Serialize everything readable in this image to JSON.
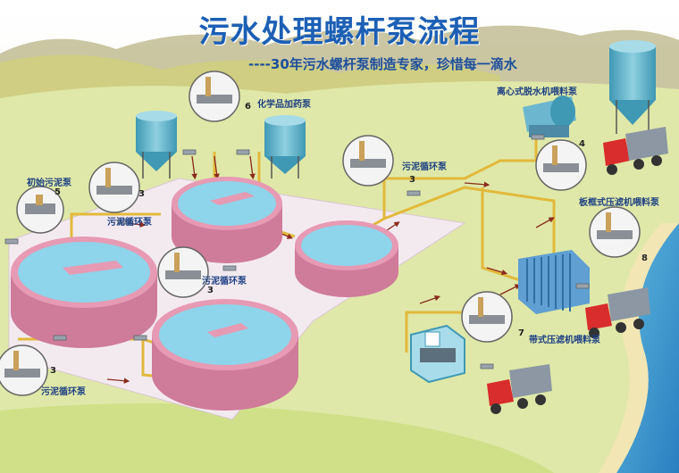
{
  "title": "污水处理螺杆泵流程",
  "subtitle": "----30年污水螺杆泵制造专家，珍惜每一滴水",
  "labels": {
    "initial_sludge_pump": "初始污泥泵",
    "chemical_dosing_pump": "化学品加药泵",
    "sludge_circ_pump": "污泥循环泵",
    "centrifuge_feed_pump": "离心式脱水机喂料泵",
    "plate_frame_feed_pump": "板框式压滤机喂料泵",
    "belt_press_feed_pump": "带式压滤机喂料泵"
  },
  "numbers": {
    "n1": "5",
    "n2": "3",
    "n3": "6",
    "n4": "3",
    "n5": "3",
    "n6": "3",
    "n7": "4",
    "n8": "8",
    "n9": "7"
  },
  "colors": {
    "title": "#1c5fb5",
    "label": "#1d3f83",
    "pipe": "#e2b93b",
    "tank_wall": "#d98aa6",
    "water": "#8ed4ea",
    "truck_cab": "#d92c2c"
  }
}
